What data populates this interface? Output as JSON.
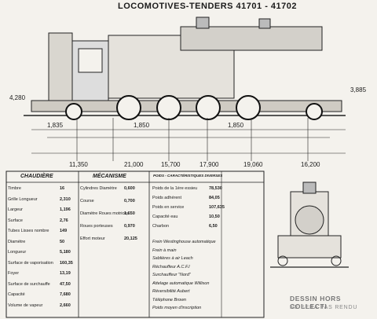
{
  "title": "LOCOMOTIVES-TENDERS 41701 - 41702",
  "dimensions": {
    "d1": "11,350",
    "d2": "21,000",
    "d3": "15,700",
    "d4": "17,900",
    "d5": "19,060",
    "d6": "16,200",
    "side1": "4,280",
    "side2": "3,885",
    "base1": "1,835",
    "base2": "1,850",
    "base3": "1,850"
  },
  "table": {
    "col1_header": "CHAUDIÈRE",
    "col2_header": "MÉCANISME",
    "col3_header": "POIDS - CARACTÉRISTIQUES DIVERSES",
    "chaudiere": [
      {
        "label": "Timbre",
        "value": "16"
      },
      {
        "label": "Grille Longueur",
        "value": "2,310"
      },
      {
        "label": "Largeur",
        "value": "1,196"
      },
      {
        "label": "Surface",
        "value": "2,76"
      },
      {
        "label": "Tubes Lisses nombre",
        "value": "149"
      },
      {
        "label": "Diamètre",
        "value": "50"
      },
      {
        "label": "Longueur",
        "value": "5,180"
      },
      {
        "label": "Surface de vaporisation",
        "value": "160,35"
      },
      {
        "label": "Foyer",
        "value": "13,19"
      },
      {
        "label": "Surface de surchauffe",
        "value": "47,50"
      },
      {
        "label": "Capacité",
        "value": "7,680"
      },
      {
        "label": "Volume de vapeur",
        "value": "2,660"
      }
    ],
    "mecanisme": [
      {
        "label": "Cylindres Diamètre",
        "value": "0,600"
      },
      {
        "label": "Course",
        "value": "0,700"
      },
      {
        "label": "Diamètre Roues motrices",
        "value": "1,650"
      },
      {
        "label": "Roues porteuses",
        "value": "0,970"
      },
      {
        "label": "Effort moteur",
        "value": "20,125"
      }
    ],
    "poids": [
      {
        "label": "Poids de la 1ère essieu",
        "value": "78,530"
      },
      {
        "label": "Poids adhérent",
        "value": "84,05"
      },
      {
        "label": "Poids en service",
        "value": "107,635"
      },
      {
        "label": "Capacité eau",
        "value": "10,50"
      },
      {
        "label": "Charbon",
        "value": "6,50"
      }
    ],
    "equipment": [
      "Frein Westinghouse automatique",
      "Frein à main",
      "Sablières à air Leach",
      "Réchauffeur A.C.F.I",
      "Surchauffeur \"Nord\"",
      "Attelage automatique Willison",
      "Réversibilité Aubert",
      "Téléphone Brown",
      "Poids moyen d'inscription"
    ]
  },
  "stamp": {
    "line1": "DESSIN HORS COLLECTI",
    "line2": "NE SERA PAS RENDU"
  }
}
